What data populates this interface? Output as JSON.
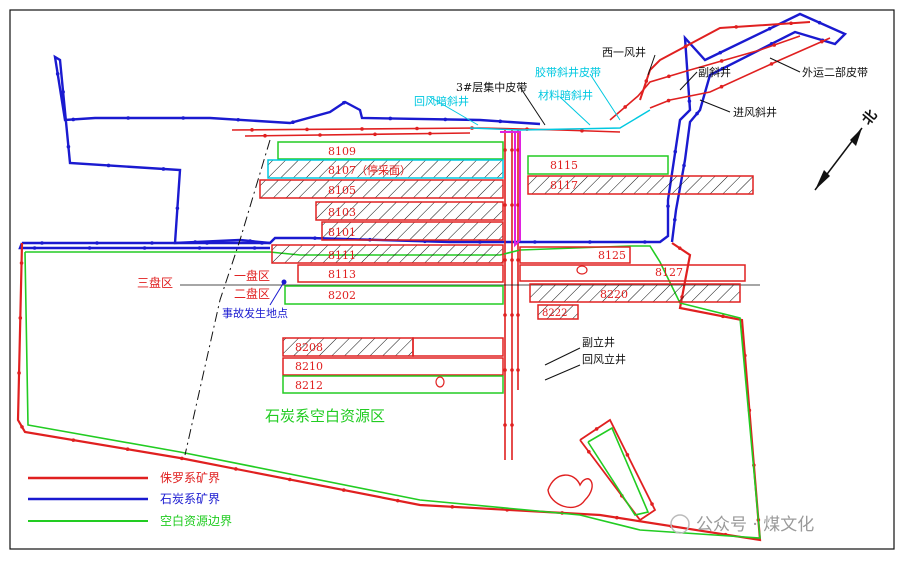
{
  "map": {
    "shafts": {
      "west_vent": "西一风井",
      "aux_incline": "副斜井",
      "intake_incline": "进风斜井",
      "external_belt": "外运二部皮带",
      "belt_3": "3#层集中皮带",
      "belt_incline": "胶带斜井皮带",
      "return_incline": "回风暗斜井",
      "material_incline": "材料暗斜井",
      "aux_shaft": "副立井",
      "return_shaft": "回风立井"
    },
    "areas": {
      "district_3": "三盘区",
      "district_1": "一盘区",
      "district_2": "二盘区",
      "blank_zone": "石炭系空白资源区",
      "accident": "事故发生地点"
    },
    "panels": {
      "p8109": "8109",
      "p8107": "8107（停采面）",
      "p8105": "8105",
      "p8103": "8103",
      "p8101": "8101",
      "p8111": "8111",
      "p8113": "8113",
      "p8202": "8202",
      "p8115": "8115",
      "p8117": "8117",
      "p8125": "8125",
      "p8127": "8127",
      "p8220": "8220",
      "p8222": "8222",
      "p8208": "8208",
      "p8210": "8210",
      "p8212": "8212"
    },
    "north": "北"
  },
  "legend": {
    "items": [
      {
        "label": "侏罗系矿界",
        "color": "#e02020"
      },
      {
        "label": "石炭系矿界",
        "color": "#1a1ad0"
      },
      {
        "label": "空白资源边界",
        "color": "#22cc22"
      }
    ]
  },
  "watermark": "公众号 · 煤文化",
  "colors": {
    "red": "#e02020",
    "blue": "#1a1ad0",
    "green": "#22cc22",
    "cyan": "#00c8e0",
    "magenta": "#e020e0",
    "brown": "#8b4513"
  }
}
